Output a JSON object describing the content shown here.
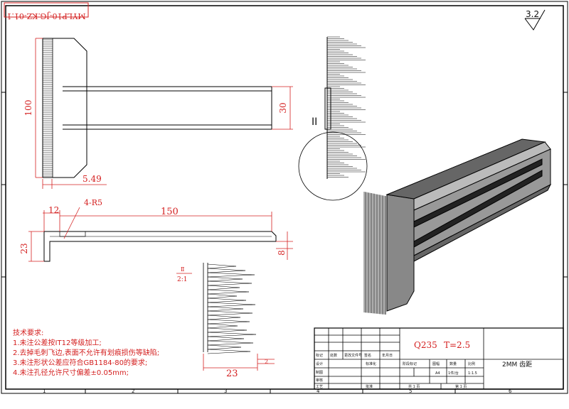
{
  "drawing_number": "MYLP10-JG.KZ-01.1",
  "roughness": "3.2",
  "dimensions": {
    "height_100": "100",
    "width_30": "30",
    "tooth_5_49": "5.49",
    "radius": "4-R5",
    "len_12": "12",
    "len_150": "150",
    "height_23": "23",
    "thick_8": "8",
    "detail_23": "23",
    "detail_2": "2"
  },
  "detail": {
    "callout": "II",
    "label": "Ⅱ",
    "scale": "2:1"
  },
  "notes": {
    "title": "技术要求:",
    "items": [
      "1.未注公差按IT12等级加工;",
      "2.去掉毛刺飞边,表面不允许有划痕损伤等缺陷;",
      "3.未注形状公差应符合GB1184-80的要求;",
      "4.未注孔径允许尺寸偏差±0.05mm;"
    ]
  },
  "title_block": {
    "material": "Q235",
    "thickness": "T=2.5",
    "part_name": "2MM 齿距",
    "row_labels": [
      "标记",
      "处数",
      "更改文件号",
      "签名",
      "年月日"
    ],
    "left_labels": [
      "设计",
      "制图",
      "审核",
      "工艺"
    ],
    "std_label": "标准化",
    "approve_label": "批准",
    "stage_label": "阶段标记",
    "fig_label": "图幅",
    "qty_label": "数量",
    "ratio_label": "比例",
    "fig_value": "A4",
    "qty_value": "1件/台",
    "ratio_value": "1:1.5",
    "sheets_total": "共 1 页",
    "sheet_no": "第 1 页"
  },
  "zones": {
    "bottom": [
      "1",
      "2",
      "3",
      "4",
      "5",
      "6"
    ]
  }
}
